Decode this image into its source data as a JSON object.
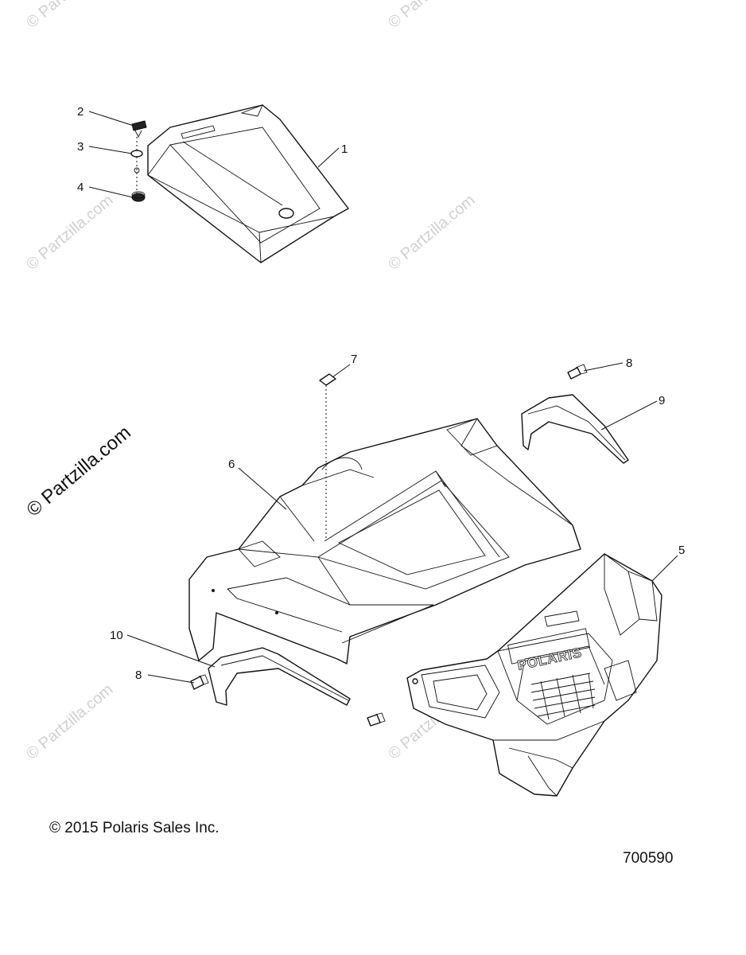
{
  "watermark": "© Partzilla.com",
  "logo_text": "POLARIS",
  "callouts": {
    "c1": "1",
    "c2": "2",
    "c3": "3",
    "c4": "4",
    "c5": "5",
    "c6": "6",
    "c7": "7",
    "c8a": "8",
    "c8b": "8",
    "c9": "9",
    "c10": "10"
  },
  "footer": {
    "copyright": "© 2015 Polaris Sales Inc.",
    "diagram_id": "700590"
  }
}
